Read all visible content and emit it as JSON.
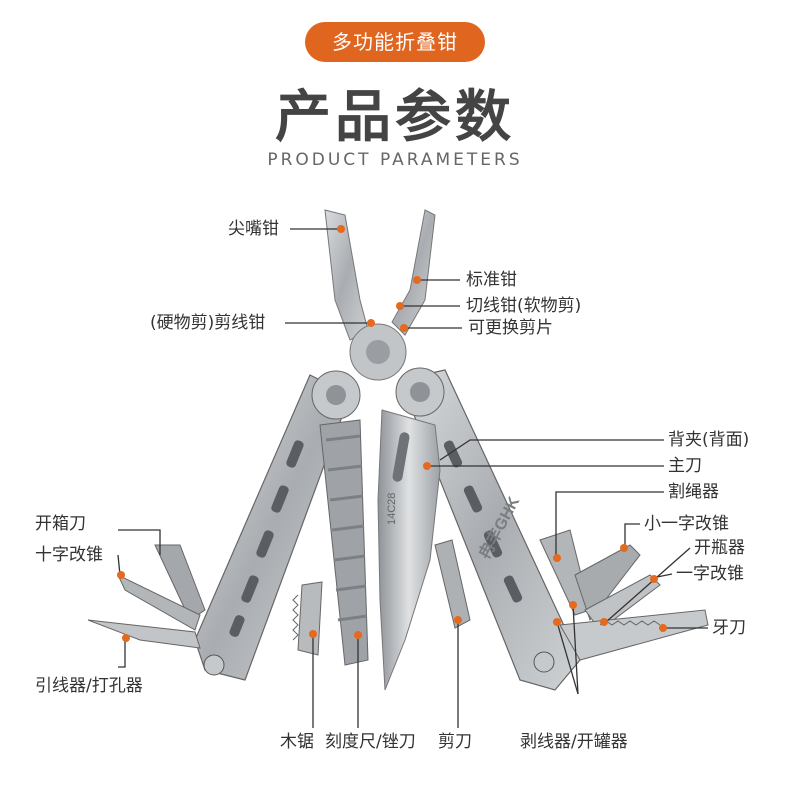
{
  "header": {
    "badge": "多功能折叠钳",
    "title": "产品参数",
    "subtitle": "PRODUCT PARAMETERS"
  },
  "tool": {
    "blade_marking": "14C28",
    "brand_marking": "冉丰GHK"
  },
  "labels": {
    "needle_nose_pliers": "尖嘴钳",
    "standard_pliers": "标准钳",
    "soft_wire_cutter": "切线钳(软物剪)",
    "hard_wire_cutter": "(硬物剪)剪线钳",
    "replaceable_blade": "可更换剪片",
    "back_clip": "背夹(背面)",
    "main_knife": "主刀",
    "rope_cutter": "割绳器",
    "box_cutter": "开箱刀",
    "small_flat_driver": "小一字改锥",
    "bottle_opener": "开瓶器",
    "phillips_driver": "十字改锥",
    "flat_driver": "一字改锥",
    "serrated_knife": "牙刀",
    "wire_guide_punch": "引线器/打孔器",
    "wood_saw": "木锯",
    "ruler_file": "刻度尺/锉刀",
    "scissors": "剪刀",
    "stripper_can_opener": "剥线器/开罐器"
  },
  "colors": {
    "accent": "#e0651f",
    "text": "#333333",
    "steel": "#b9bcbf"
  }
}
